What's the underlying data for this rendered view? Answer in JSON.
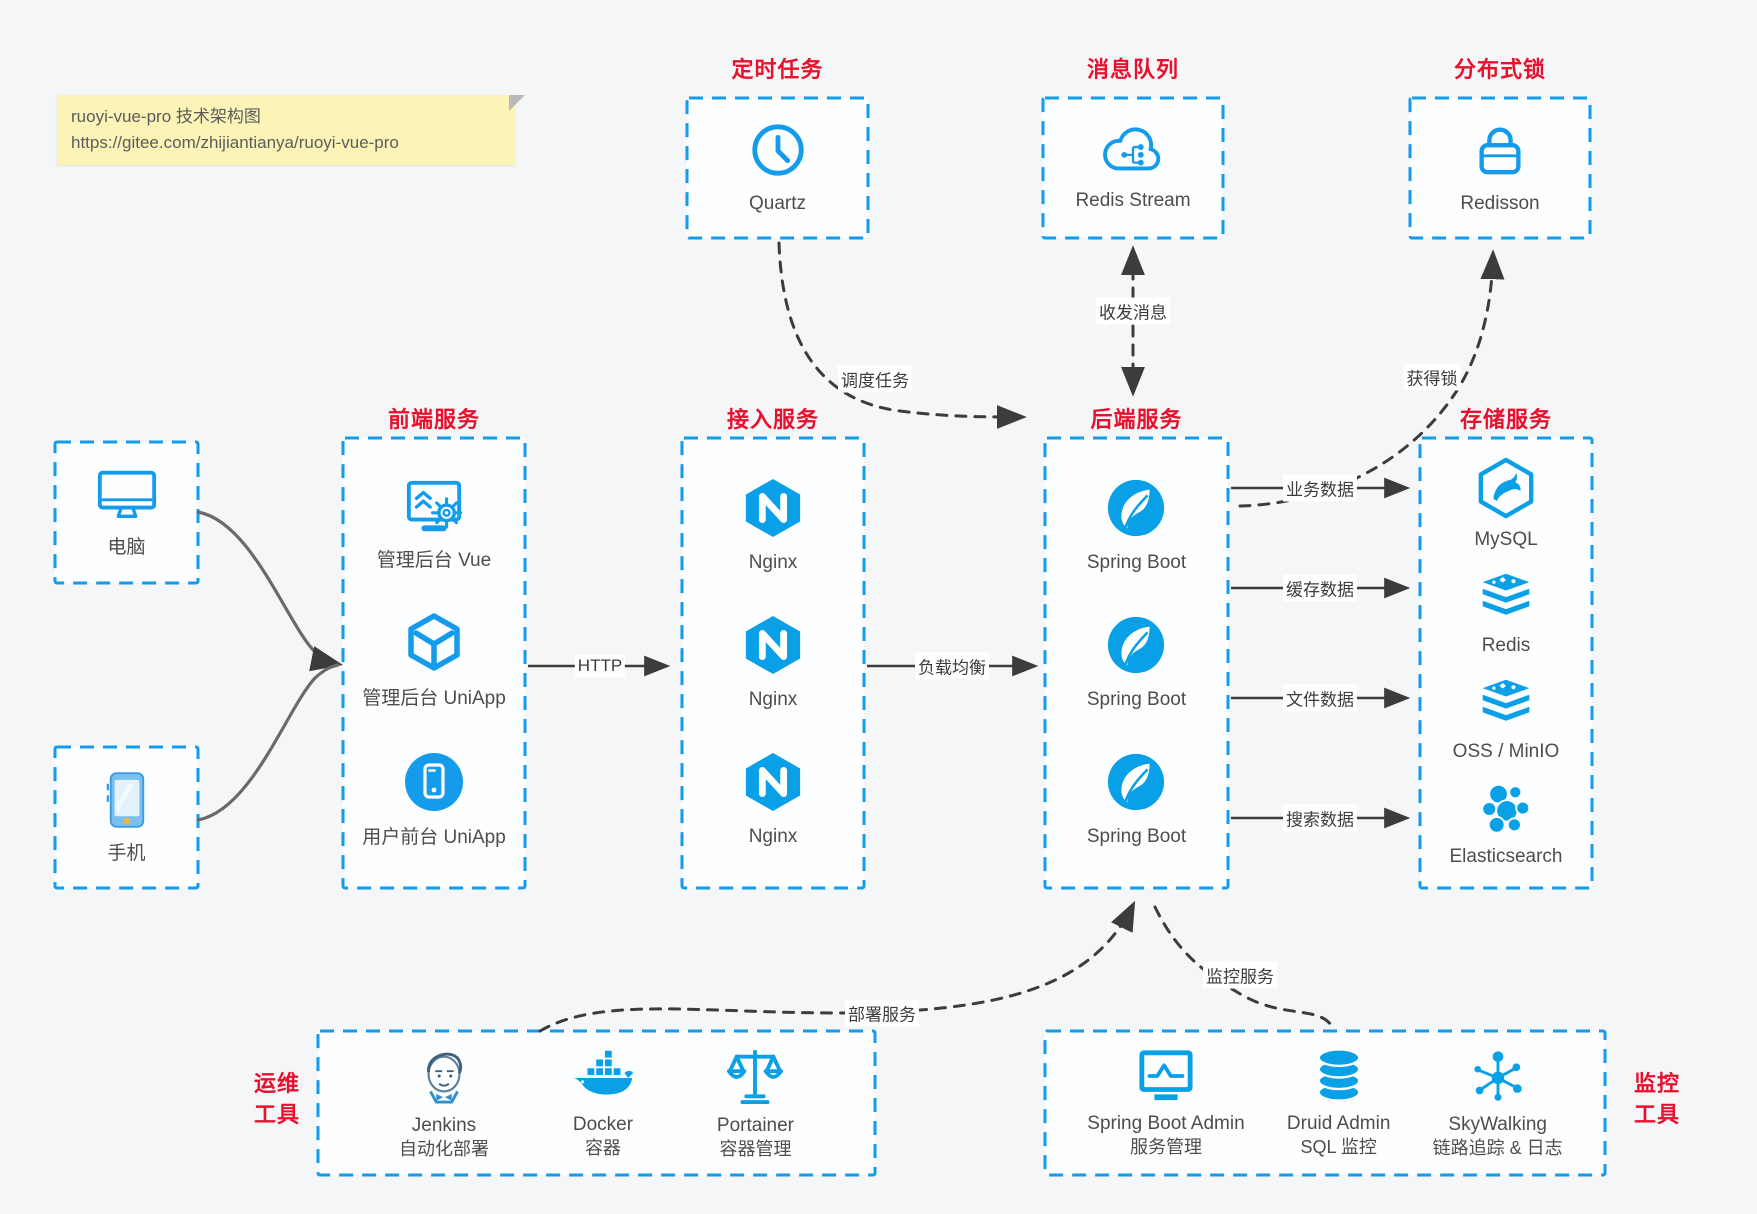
{
  "note": {
    "line1": "ruoyi-vue-pro 技术架构图",
    "line2": "https://gitee.com/zhijiantianya/ruoyi-vue-pro"
  },
  "groups": {
    "scheduler": {
      "title": "定时任务",
      "items": [
        {
          "label": "Quartz"
        }
      ]
    },
    "mq": {
      "title": "消息队列",
      "items": [
        {
          "label": "Redis Stream"
        }
      ]
    },
    "lock": {
      "title": "分布式锁",
      "items": [
        {
          "label": "Redisson"
        }
      ]
    },
    "frontend": {
      "title": "前端服务",
      "items": [
        {
          "label": "管理后台 Vue"
        },
        {
          "label": "管理后台 UniApp"
        },
        {
          "label": "用户前台 UniApp"
        }
      ]
    },
    "gateway": {
      "title": "接入服务",
      "items": [
        {
          "label": "Nginx"
        },
        {
          "label": "Nginx"
        },
        {
          "label": "Nginx"
        }
      ]
    },
    "backend": {
      "title": "后端服务",
      "items": [
        {
          "label": "Spring Boot"
        },
        {
          "label": "Spring Boot"
        },
        {
          "label": "Spring Boot"
        }
      ]
    },
    "storage": {
      "title": "存储服务",
      "items": [
        {
          "label": "MySQL"
        },
        {
          "label": "Redis"
        },
        {
          "label": "OSS / MinIO"
        },
        {
          "label": "Elasticsearch"
        }
      ]
    },
    "clients": {
      "items": [
        {
          "label": "电脑"
        },
        {
          "label": "手机"
        }
      ]
    },
    "devops": {
      "title_line1": "运维",
      "title_line2": "工具",
      "items": [
        {
          "label": "Jenkins",
          "sub": "自动化部署"
        },
        {
          "label": "Docker",
          "sub": "容器"
        },
        {
          "label": "Portainer",
          "sub": "容器管理"
        }
      ]
    },
    "monitoring": {
      "title_line1": "监控",
      "title_line2": "工具",
      "items": [
        {
          "label": "Spring Boot Admin",
          "sub": "服务管理"
        },
        {
          "label": "Druid Admin",
          "sub": "SQL 监控"
        },
        {
          "label": "SkyWalking",
          "sub": "链路追踪 & 日志"
        }
      ]
    }
  },
  "edges": {
    "http": "HTTP",
    "load_balance": "负载均衡",
    "biz_data": "业务数据",
    "cache_data": "缓存数据",
    "file_data": "文件数据",
    "search_data": "搜索数据",
    "schedule": "调度任务",
    "messages": "收发消息",
    "acquire_lock": "获得锁",
    "deploy": "部署服务",
    "monitor": "监控服务"
  },
  "colors": {
    "accent_blue": "#149bec",
    "title_red": "#e8112d",
    "note_bg": "#fbf4b6",
    "line_dark": "#3c3c3c"
  }
}
